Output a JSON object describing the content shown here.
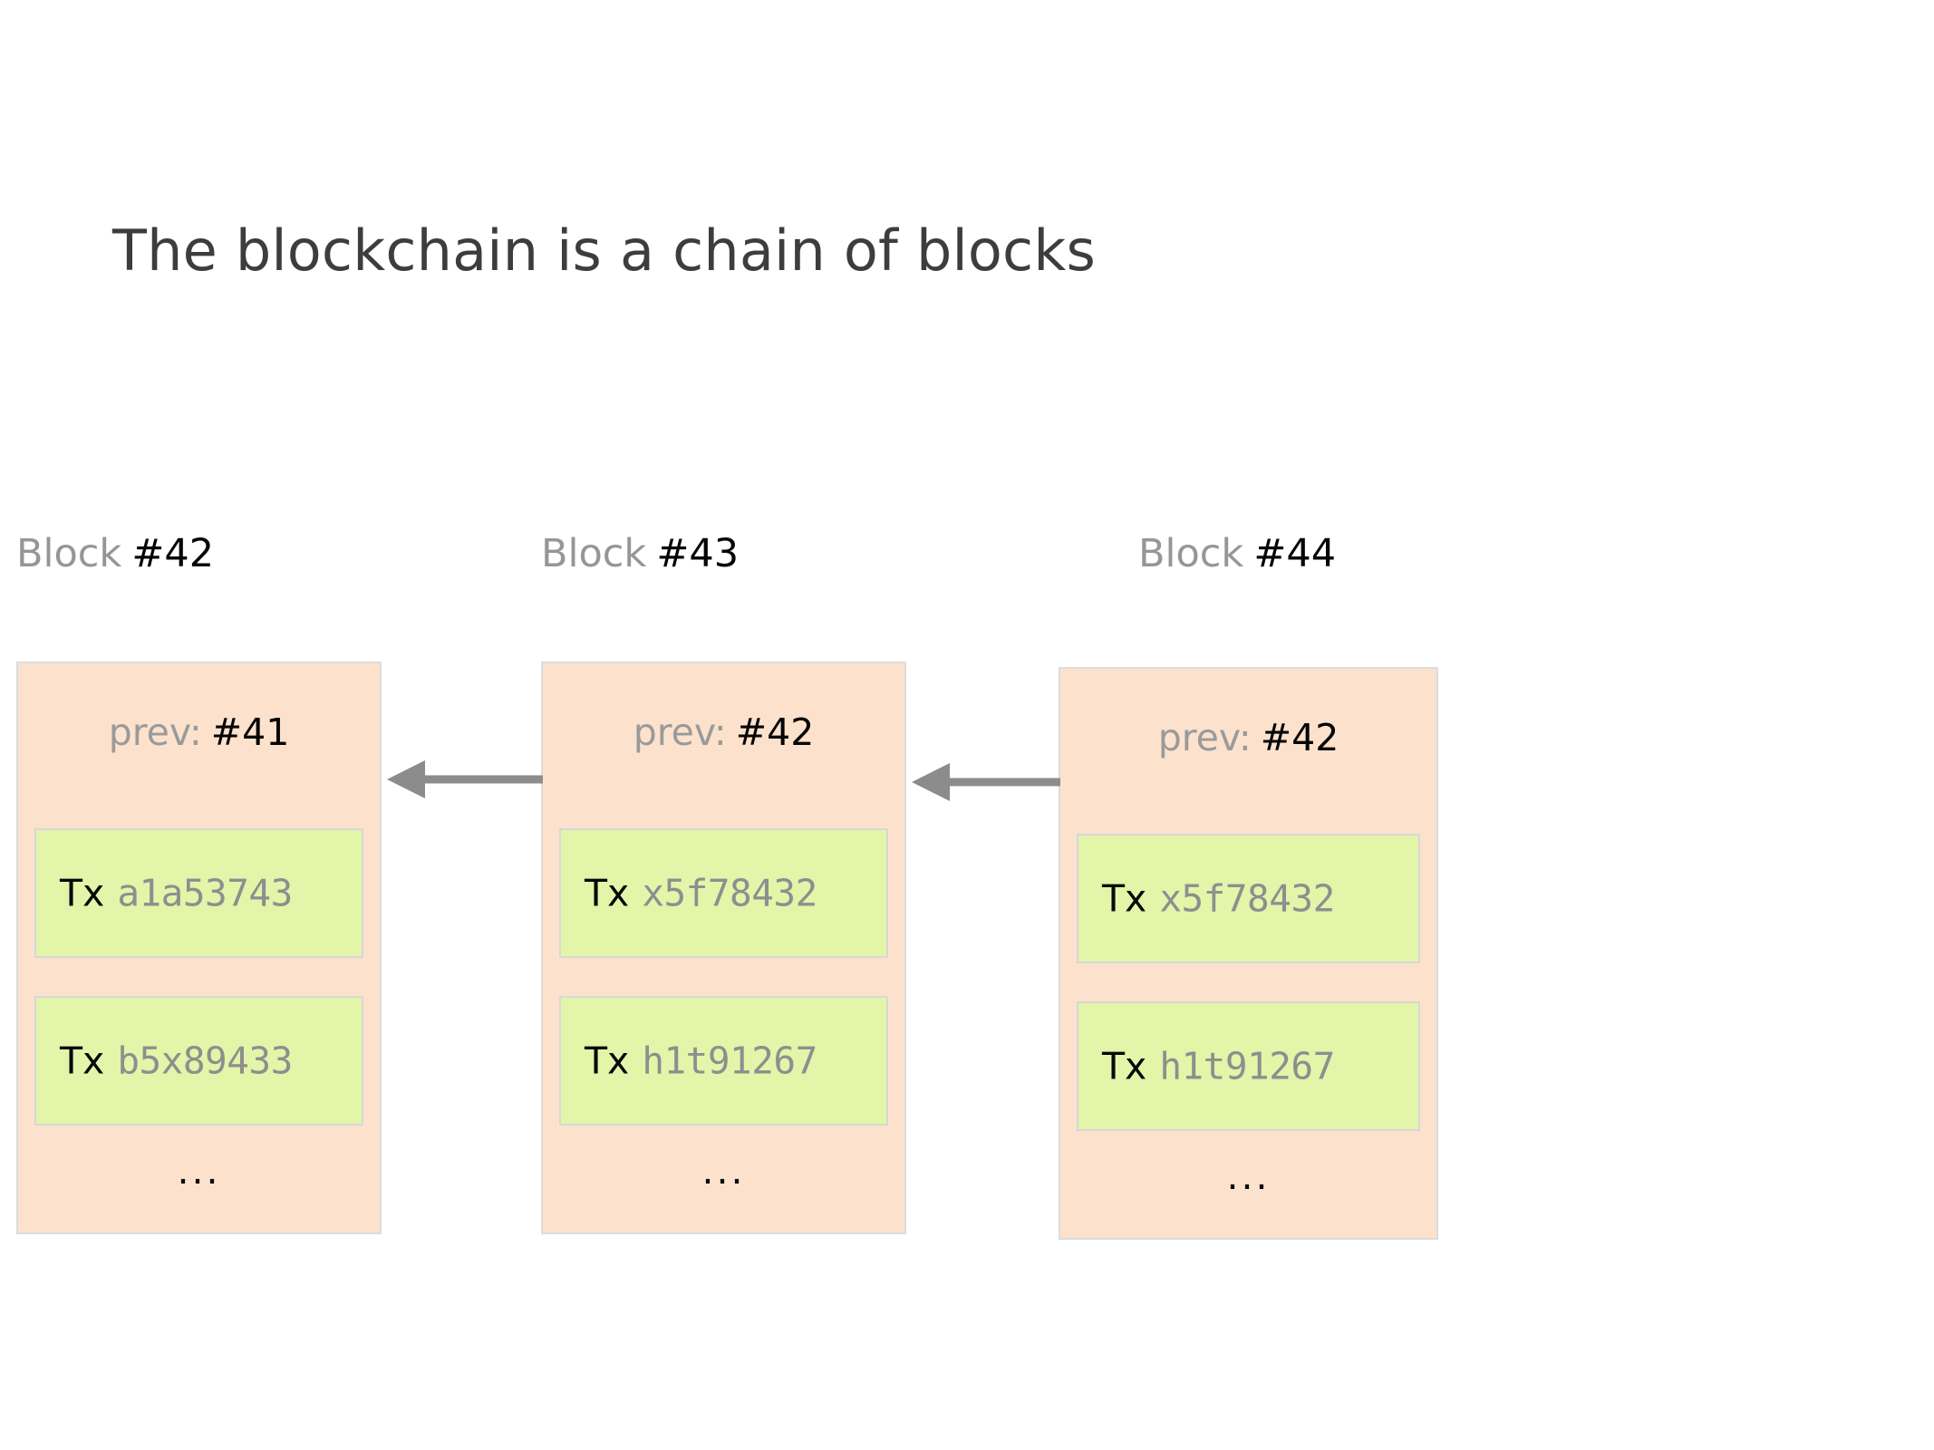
{
  "slide": {
    "title": "The blockchain is a chain of blocks",
    "background": "#ffffff",
    "title_color": "#3d3d3d"
  },
  "palette": {
    "block_fill": "#fce2cd",
    "block_border": "#dcdcdc",
    "tx_fill": "#e2f5a9",
    "tx_border": "#d8d8d8",
    "arrow": "#8c8c8c",
    "muted_text": "#969696",
    "strong_text": "#050505"
  },
  "diagram": {
    "type": "blockchain-chain",
    "blocks": [
      {
        "caption_word": "Block",
        "caption_num": "#42",
        "prev_label": "prev:",
        "prev_value": "#41",
        "transactions": [
          {
            "label": "Tx",
            "hash": "a1a53743"
          },
          {
            "label": "Tx",
            "hash": "b5x89433"
          }
        ],
        "ellipsis": "..."
      },
      {
        "caption_word": "Block",
        "caption_num": "#43",
        "prev_label": "prev:",
        "prev_value": "#42",
        "transactions": [
          {
            "label": "Tx",
            "hash": "x5f78432"
          },
          {
            "label": "Tx",
            "hash": "h1t91267"
          }
        ],
        "ellipsis": "..."
      },
      {
        "caption_word": "Block",
        "caption_num": "#44",
        "prev_label": "prev:",
        "prev_value": "#42",
        "transactions": [
          {
            "label": "Tx",
            "hash": "x5f78432"
          },
          {
            "label": "Tx",
            "hash": "h1t91267"
          }
        ],
        "ellipsis": "..."
      }
    ],
    "arrows": [
      {
        "from": "#43",
        "to": "#42",
        "direction": "left"
      },
      {
        "from": "#44",
        "to": "#42",
        "direction": "left"
      }
    ]
  }
}
